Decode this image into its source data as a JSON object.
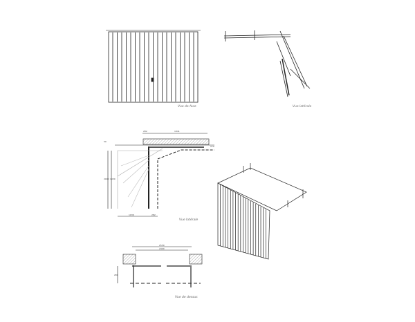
{
  "views": {
    "front": {
      "caption": "Vue de face"
    },
    "side_top": {
      "caption": "Vue latérale"
    },
    "side_dim": {
      "caption": "Vue latérale",
      "dims": {
        "top_left": "282",
        "top_right": "1841",
        "small": "50",
        "height_outer": "2000",
        "height_inner": "1950",
        "bottom_left": "1036",
        "bottom_right": "282",
        "right": "270"
      }
    },
    "top": {
      "caption": "Vue de dessus",
      "dims": {
        "outer": "2550",
        "inner": "2400",
        "depth": "280"
      }
    }
  }
}
